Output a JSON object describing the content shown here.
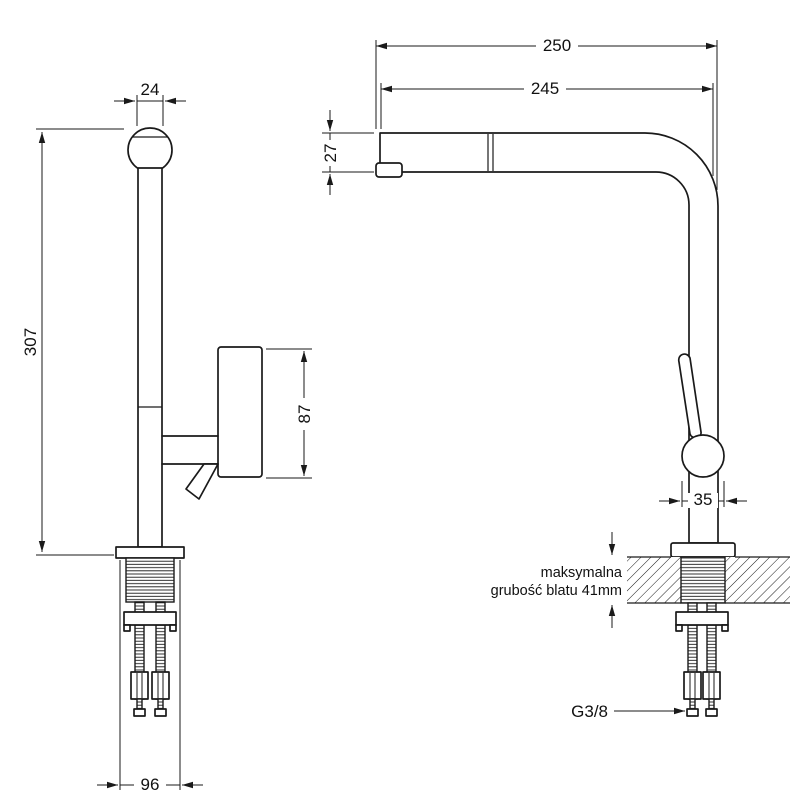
{
  "page": {
    "background": "#ffffff",
    "line_color": "#1a1a1a"
  },
  "drawing": {
    "side_view": {
      "spout_width": "24",
      "total_height": "307",
      "handle_height": "87",
      "base_width": "96"
    },
    "front_view": {
      "total_reach": "250",
      "spout_reach": "245",
      "spout_height": "27",
      "body_width": "35",
      "counter_note_line1": "maksymalna",
      "counter_note_line2": "grubość blatu 41mm",
      "thread_size": "G3/8"
    }
  }
}
